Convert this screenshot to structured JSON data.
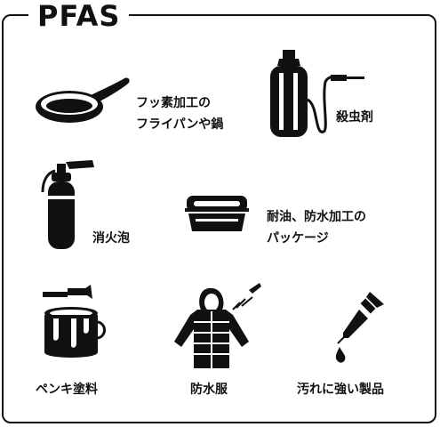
{
  "title": "PFAS",
  "items": [
    {
      "line1": "フッ素加工の",
      "line2": "フライパンや鍋",
      "icon": "frying-pan-icon"
    },
    {
      "line1": "殺虫剤",
      "icon": "sprayer-icon"
    },
    {
      "line1": "消火泡",
      "icon": "fire-extinguisher-icon"
    },
    {
      "line1": "耐油、防水加工の",
      "line2": "パッケージ",
      "icon": "food-container-icon"
    },
    {
      "line1": "ペンキ塗料",
      "icon": "paint-can-icon"
    },
    {
      "line1": "防水服",
      "icon": "rain-jacket-icon"
    },
    {
      "line1": "汚れに強い製品",
      "icon": "dropper-icon"
    }
  ],
  "colors": {
    "ink": "#111111",
    "background": "#ffffff"
  }
}
